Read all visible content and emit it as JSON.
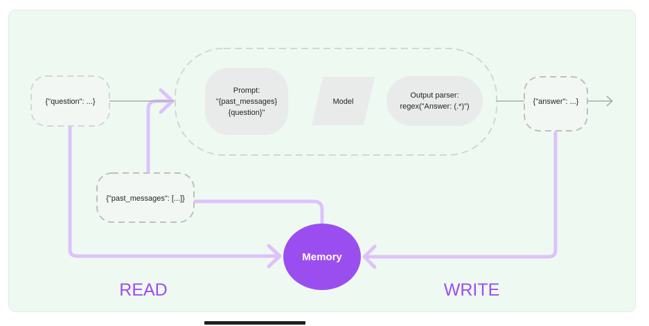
{
  "diagram": {
    "input_node": "{\"question\": ...}",
    "prompt_lines": [
      "Prompt:",
      "\"{past_messages}",
      "{question}\""
    ],
    "model_label": "Model",
    "parser_lines": [
      "Output parser:",
      "regex(\"Answer: (.*)\")"
    ],
    "output_node": "{\"answer\": ...}",
    "past_messages_node": "{\"past_messages\": [...]}",
    "memory_label": "Memory",
    "read_label": "READ",
    "write_label": "WRITE"
  },
  "colors": {
    "panel_bg": "#eef9f2",
    "panel_border": "#d9efe2",
    "dashed": "#c9cccb",
    "node_fill": "#e9ebea",
    "purple_line": "#dcc2fb",
    "memory_fill": "#9b4ef0",
    "label_purple": "#9b4ef0",
    "gray_arrow": "#a9aaa9"
  }
}
